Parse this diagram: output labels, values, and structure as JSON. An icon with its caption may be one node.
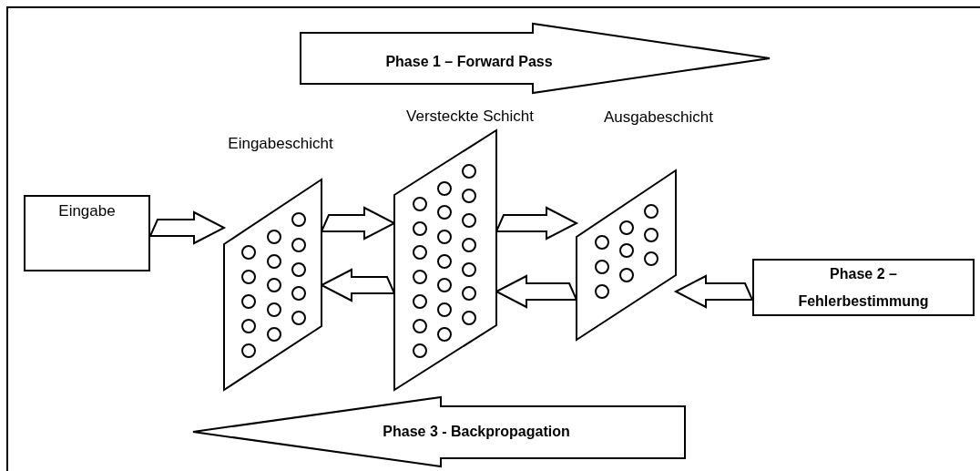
{
  "diagram": {
    "nodes": [
      {
        "text": [
          "Eingabe"
        ]
      },
      {
        "text": [
          "Eingabeschicht"
        ]
      },
      {
        "text": [
          "Versteckte Schicht"
        ]
      },
      {
        "text": [
          "Ausgabeschicht"
        ]
      },
      {
        "text": [
          "Phase 2 – Fehlerbestimmung"
        ]
      },
      {
        "text": [
          "Phase 1 – Forward Pass"
        ]
      },
      {
        "text": [
          "Phase 3 - Backpropagation"
        ]
      }
    ],
    "edges": [
      {
        "from": 0,
        "to": 1,
        "arrow": "to"
      },
      {
        "from": 1,
        "to": 2,
        "arrow": "to"
      },
      {
        "from": 2,
        "to": 1,
        "arrow": "to"
      },
      {
        "from": 2,
        "to": 3,
        "arrow": "to"
      },
      {
        "from": 3,
        "to": 2,
        "arrow": "to"
      },
      {
        "from": 4,
        "to": 3,
        "arrow": "to"
      }
    ]
  }
}
